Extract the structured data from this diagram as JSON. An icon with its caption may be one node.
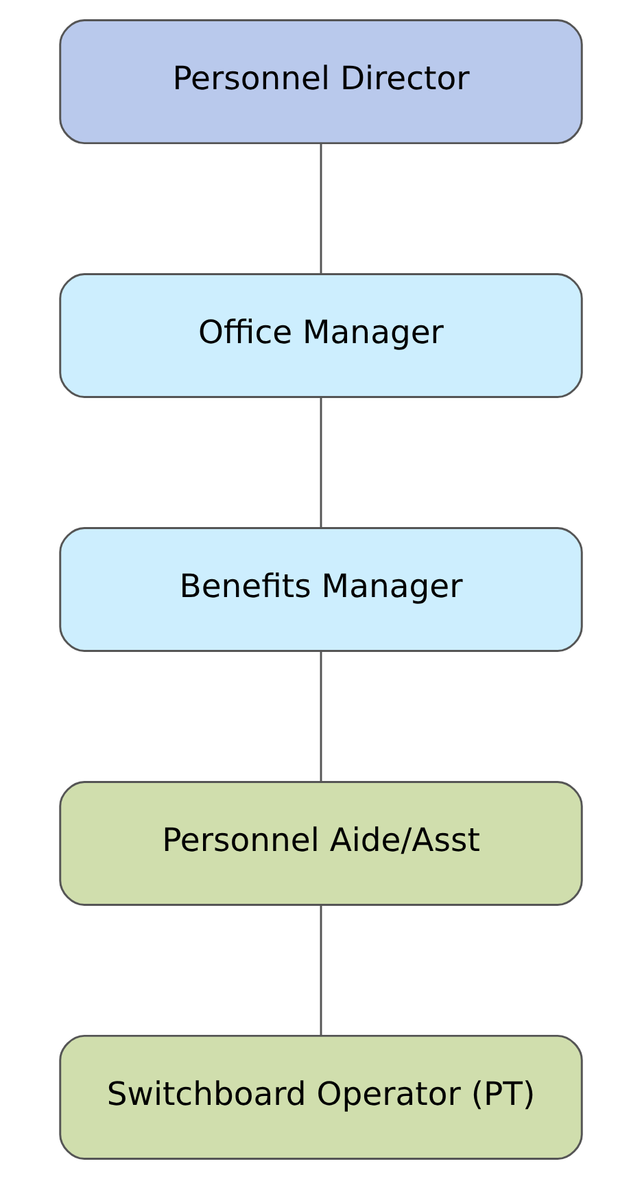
{
  "diagram": {
    "nodes": [
      {
        "text": [
          "Personnel Director"
        ]
      },
      {
        "text": [
          "Office Manager"
        ]
      },
      {
        "text": [
          "Benefits Manager"
        ]
      },
      {
        "text": [
          "Personnel Aide/Asst"
        ]
      },
      {
        "text": [
          "Switchboard Operator (PT)"
        ]
      }
    ],
    "edges": [
      {
        "from": 0,
        "to": 1,
        "arrow": "none"
      },
      {
        "from": 1,
        "to": 2,
        "arrow": "none"
      },
      {
        "from": 2,
        "to": 3,
        "arrow": "none"
      },
      {
        "from": 3,
        "to": 4,
        "arrow": "none"
      }
    ]
  }
}
